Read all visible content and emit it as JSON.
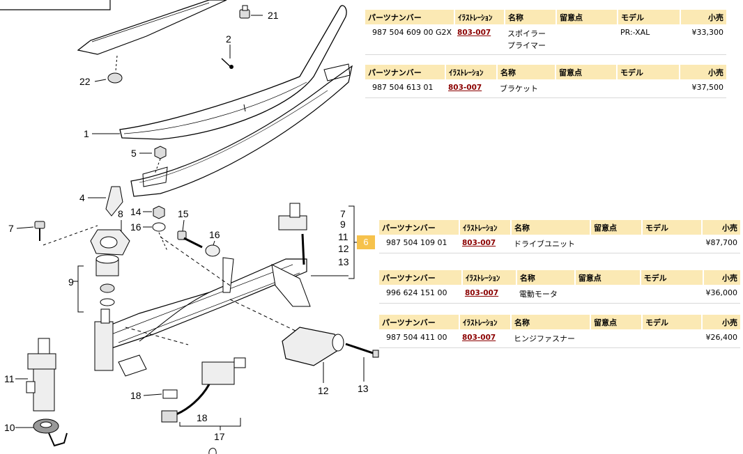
{
  "callouts": [
    {
      "id": "c21",
      "text": "21"
    },
    {
      "id": "c2",
      "text": "2"
    },
    {
      "id": "c22",
      "text": "22"
    },
    {
      "id": "c1",
      "text": "1"
    },
    {
      "id": "c5",
      "text": "5"
    },
    {
      "id": "c4",
      "text": "4"
    },
    {
      "id": "c8",
      "text": "8"
    },
    {
      "id": "c14",
      "text": "14"
    },
    {
      "id": "c15",
      "text": "15"
    },
    {
      "id": "c16a",
      "text": "16"
    },
    {
      "id": "c16b",
      "text": "16"
    },
    {
      "id": "c7",
      "text": "7"
    },
    {
      "id": "c9",
      "text": "9"
    },
    {
      "id": "c11",
      "text": "11"
    },
    {
      "id": "c10",
      "text": "10"
    },
    {
      "id": "c18a",
      "text": "18"
    },
    {
      "id": "c18b",
      "text": "18"
    },
    {
      "id": "c17",
      "text": "17"
    },
    {
      "id": "c12",
      "text": "12"
    },
    {
      "id": "c13",
      "text": "13"
    },
    {
      "id": "g7",
      "text": "7"
    },
    {
      "id": "g9",
      "text": "9"
    },
    {
      "id": "g11",
      "text": "11"
    },
    {
      "id": "g12",
      "text": "12"
    },
    {
      "id": "g13",
      "text": "13"
    }
  ],
  "group_marker": "6",
  "headers": {
    "part_number": "パーツナンバー",
    "illustration": "ｲﾗｽﾄﾚｰｼｮﾝ",
    "name": "名称",
    "note": "留意点",
    "model": "モデル",
    "price": "小売"
  },
  "tables": [
    {
      "part_number": "987 504 609 00 G2X",
      "illustration": "803-007",
      "name": [
        "スポイラー",
        "プライマー"
      ],
      "note": "",
      "model": "PR:-XAL",
      "price": "¥33,300"
    },
    {
      "part_number": "987 504 613 01",
      "illustration": "803-007",
      "name": [
        "ブラケット"
      ],
      "note": "",
      "model": "",
      "price": "¥37,500"
    },
    {
      "part_number": "987 504 109 01",
      "illustration": "803-007",
      "name": [
        "ドライブユニット"
      ],
      "note": "",
      "model": "",
      "price": "¥87,700"
    },
    {
      "part_number": "996 624 151 00",
      "illustration": "803-007",
      "name": [
        "電動モータ"
      ],
      "note": "",
      "model": "",
      "price": "¥36,000"
    },
    {
      "part_number": "987 504 411 00",
      "illustration": "803-007",
      "name": [
        "ヒンジファスナー"
      ],
      "note": "",
      "model": "",
      "price": "¥26,400"
    }
  ]
}
